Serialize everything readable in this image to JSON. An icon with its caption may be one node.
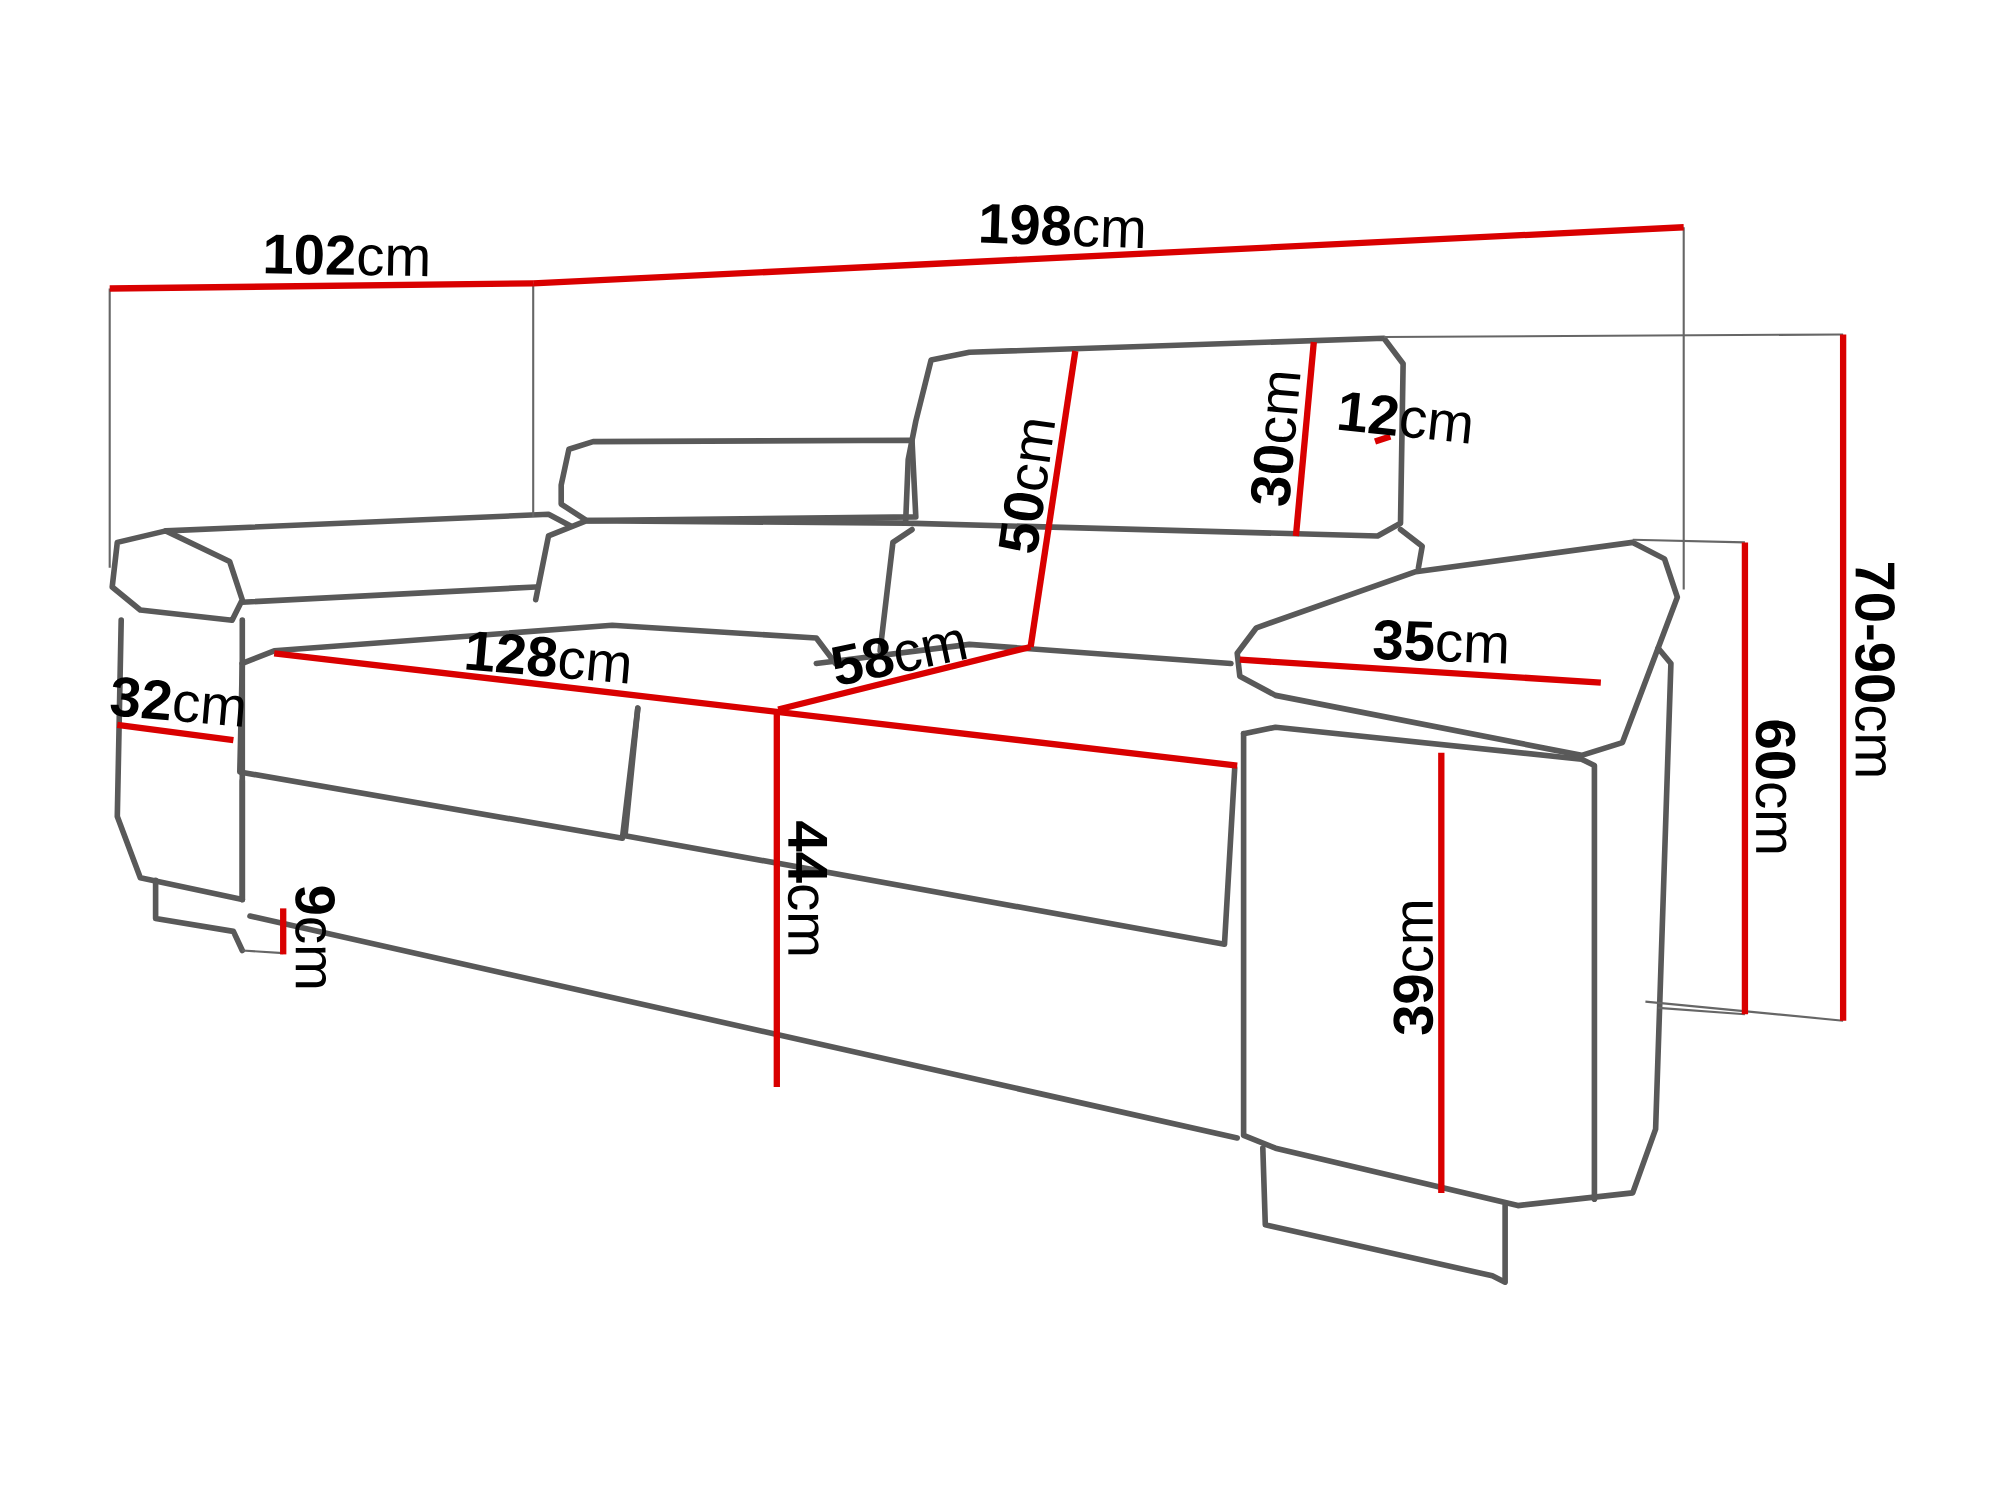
{
  "diagram": {
    "labels": [
      "**198**cm",
      "**102**cm",
      "**12**cm",
      "**50**cm",
      "**30**cm",
      "**70-90**cm",
      "**128**cm",
      "**58**cm",
      "**35**cm",
      "**32**cm",
      "**60**cm",
      "**9**cm",
      "**44**cm",
      "**39**cm"
    ]
  }
}
